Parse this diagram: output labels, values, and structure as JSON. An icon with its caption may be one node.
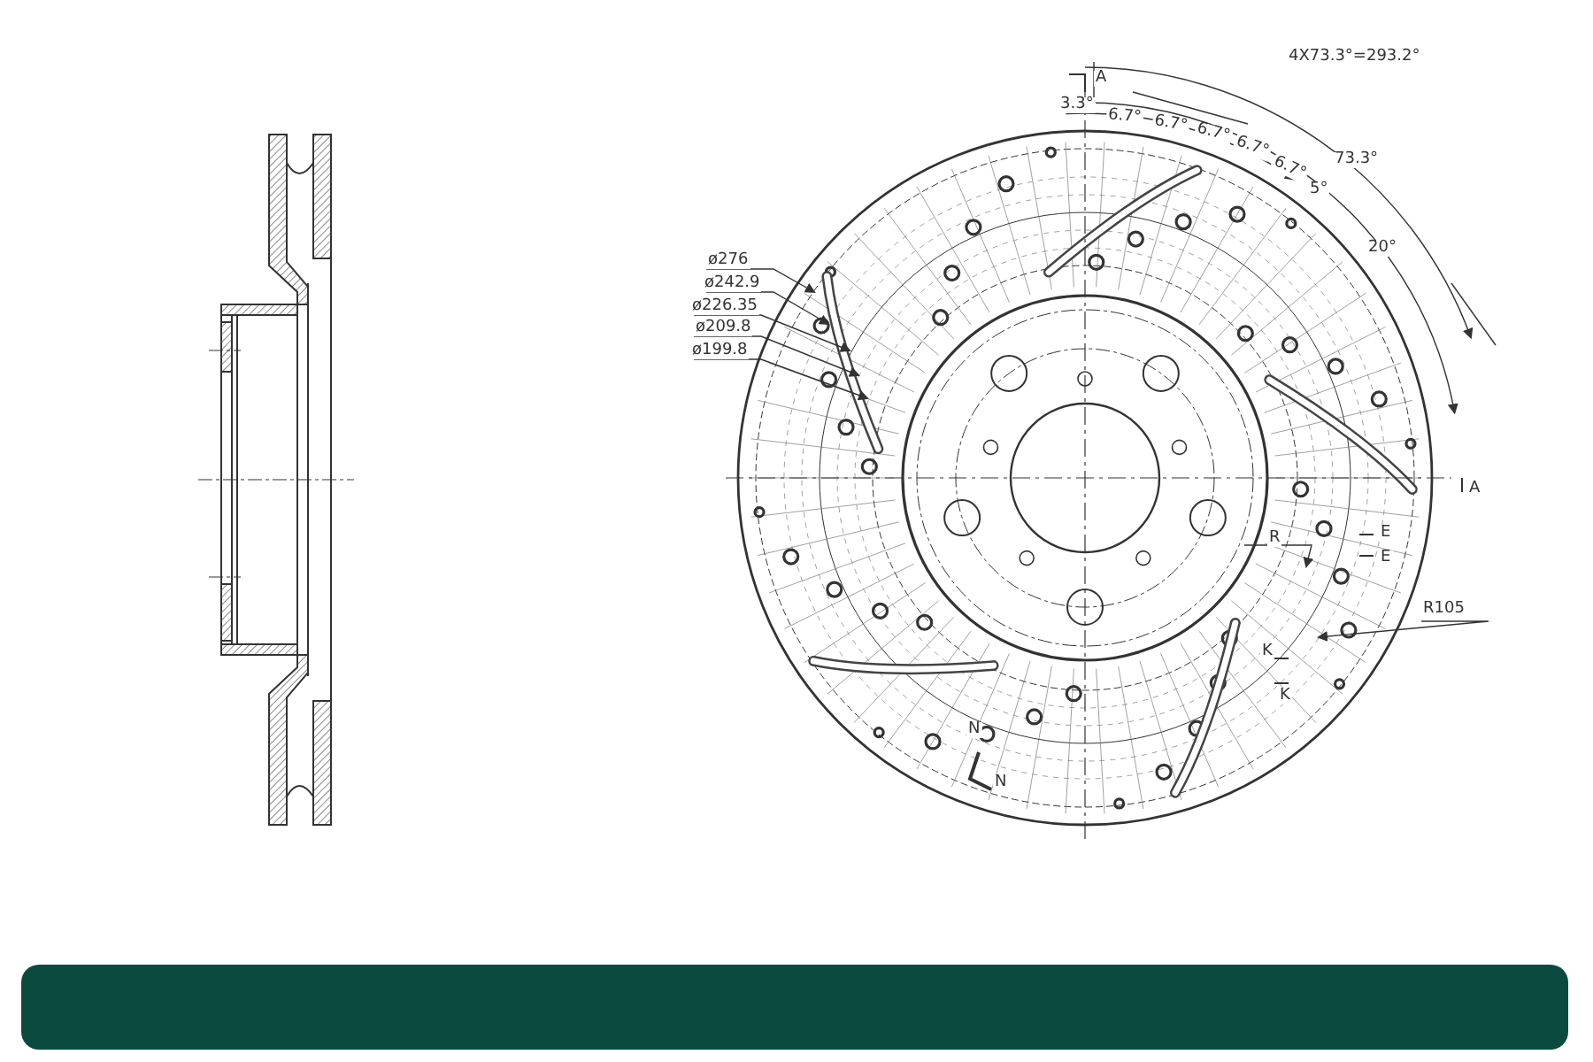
{
  "diagram": {
    "labels": [
      "4X73.3°=293.2°",
      "A",
      "3.3°",
      "6.7°",
      "6.7°",
      "6.7°",
      "6.7°",
      "6.7°",
      "73.3°",
      "5°",
      "20°",
      "ø276",
      "ø242.9",
      "ø226.35",
      "ø209.8",
      "ø199.8",
      "A",
      "R",
      "E",
      "E",
      "R105",
      "K",
      "K",
      "N",
      "N"
    ]
  }
}
